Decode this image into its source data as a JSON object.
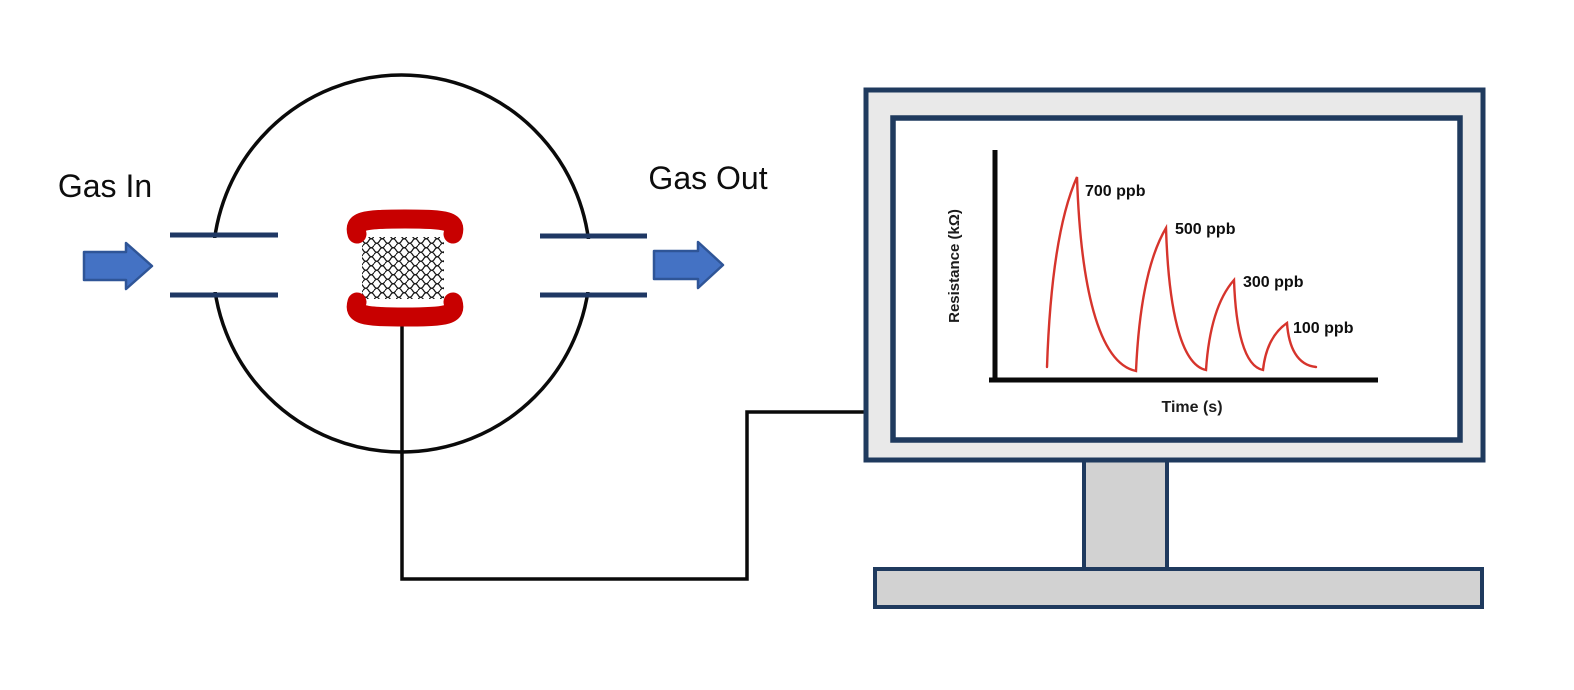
{
  "labels": {
    "gas_in": "Gas In",
    "gas_out": "Gas Out"
  },
  "icons": {
    "gas_in_arrow": "right-arrow",
    "gas_out_arrow": "right-arrow"
  },
  "colors": {
    "navy": "#1f3a5e",
    "pipe_navy": "#1f3864",
    "arrow_fill": "#4472c4",
    "arrow_border": "#2f5597",
    "electrode_red": "#c80000",
    "curve_red": "#d6342c",
    "bezel_gray": "#e9e9e9",
    "stand_gray": "#d2d2d2",
    "axis_black": "#0a0a0a",
    "wire_black": "#0a0a0a"
  },
  "chart_data": {
    "type": "line",
    "title": "",
    "xlabel": "Time (s)",
    "ylabel": "Resistance (kΩ)",
    "grid": false,
    "legend": false,
    "x_tick_labels": [],
    "y_tick_labels": [],
    "description": "Sensor resistance transient response: four successive exposure peaks of decreasing gas concentration, each with a sharp rise and exponential decay back toward baseline.",
    "series": [
      {
        "name": "sensor-response",
        "color": "#d6342c",
        "peaks": [
          {
            "label": "700 ppb",
            "concentration_ppb": 700,
            "relative_height": 1.0
          },
          {
            "label": "500 ppb",
            "concentration_ppb": 500,
            "relative_height": 0.75
          },
          {
            "label": "300 ppb",
            "concentration_ppb": 300,
            "relative_height": 0.49
          },
          {
            "label": "100 ppb",
            "concentration_ppb": 100,
            "relative_height": 0.28
          }
        ]
      }
    ],
    "geometry": {
      "start": [
        1047,
        367
      ],
      "segments": [
        {
          "peak": [
            1077,
            177
          ],
          "valley": [
            1136,
            371
          ]
        },
        {
          "peak": [
            1166,
            228
          ],
          "valley": [
            1206,
            370
          ]
        },
        {
          "peak": [
            1234,
            280
          ],
          "valley": [
            1263,
            370
          ]
        },
        {
          "peak": [
            1287,
            323
          ],
          "valley": [
            1316,
            367
          ]
        }
      ]
    }
  }
}
